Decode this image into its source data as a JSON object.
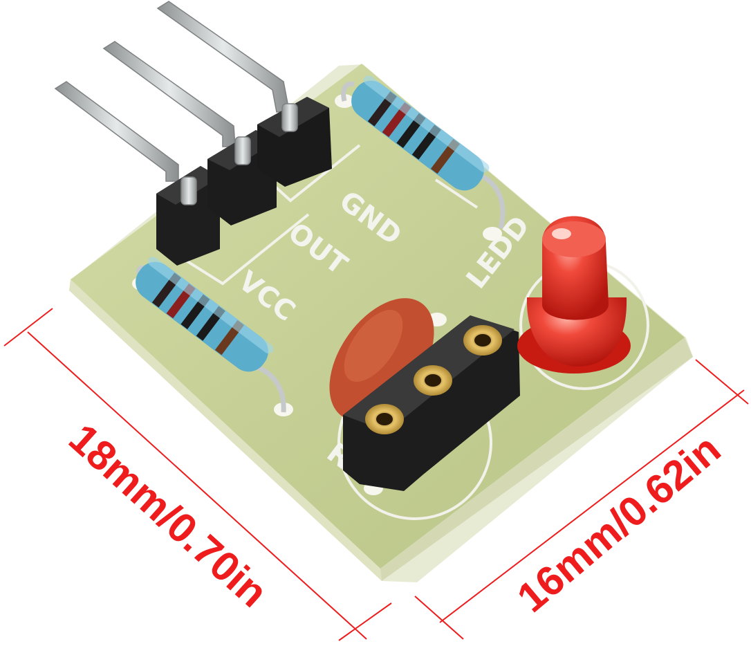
{
  "product": {
    "silkscreen": {
      "gnd": "GND",
      "out": "OUT",
      "vcc": "VCC",
      "ledd": "LEDD",
      "r": "R"
    },
    "colors": {
      "pcb": "#c8d29a",
      "pcb_edge": "#e6e9d0",
      "header": "#1d1d1d",
      "pin": "#b9bcbc",
      "resistor": "#5aaecb",
      "led": "#e83a2e",
      "capacitor": "#c2502f",
      "dimension": "#ee1c1c"
    }
  },
  "dimensions": {
    "length": "18mm/0.70in",
    "width": "16mm/0.62in"
  }
}
